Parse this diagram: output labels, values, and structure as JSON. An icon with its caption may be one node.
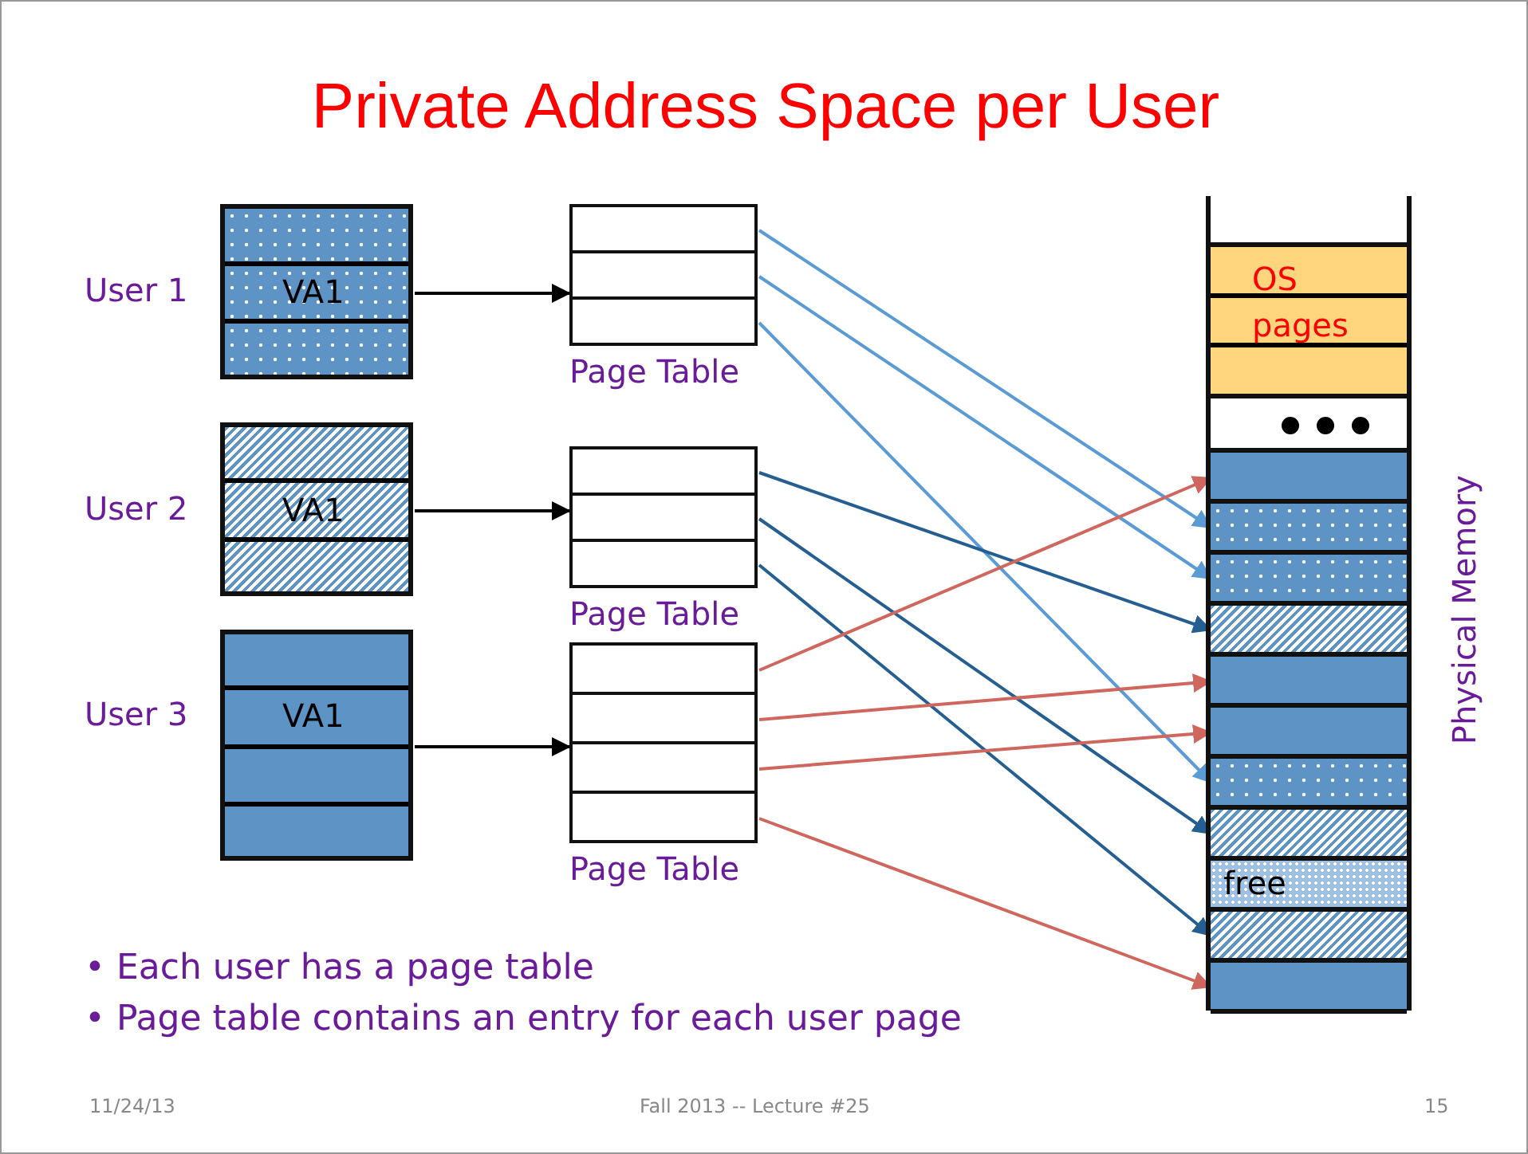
{
  "diagram": {
    "title": "Private Address Space per User",
    "nodes": [
      {
        "text": [
          "VA1"
        ],
        "beside": [
          "User 1"
        ]
      },
      {
        "text": [
          "Page Table"
        ]
      },
      {
        "text": [],
        "shape": "box",
        "in": 1
      },
      {
        "text": [],
        "shape": "box",
        "in": 1
      },
      {
        "text": [],
        "shape": "box",
        "in": 1
      },
      {
        "text": [
          "VA1"
        ],
        "beside": [
          "User 2"
        ]
      },
      {
        "text": [
          "Page Table"
        ]
      },
      {
        "text": [],
        "shape": "box",
        "in": 6
      },
      {
        "text": [],
        "shape": "box",
        "in": 6
      },
      {
        "text": [],
        "shape": "box",
        "in": 6
      },
      {
        "text": [
          "VA1"
        ],
        "beside": [
          "User 3"
        ]
      },
      {
        "text": [
          "Page Table"
        ]
      },
      {
        "text": [],
        "shape": "box",
        "in": 11
      },
      {
        "text": [],
        "shape": "box",
        "in": 11
      },
      {
        "text": [],
        "shape": "box",
        "in": 11
      },
      {
        "text": [],
        "shape": "box",
        "in": 11
      },
      {
        "text": [
          "Physical Memory"
        ]
      },
      {
        "text": [
          "OS pages"
        ],
        "in": 16
      },
      {
        "text": [],
        "shape": "box",
        "in": 16
      },
      {
        "text": [],
        "shape": "box",
        "in": 16
      },
      {
        "text": [],
        "shape": "box",
        "in": 16
      },
      {
        "text": [],
        "shape": "box",
        "in": 16
      },
      {
        "text": [],
        "shape": "box",
        "in": 16
      },
      {
        "text": [],
        "shape": "box",
        "in": 16
      },
      {
        "text": [],
        "shape": "box",
        "in": 16
      },
      {
        "text": [],
        "shape": "box",
        "in": 16
      },
      {
        "text": [],
        "shape": "box",
        "in": 16
      },
      {
        "text": [
          "free"
        ],
        "in": 16
      },
      {
        "text": [],
        "shape": "box",
        "in": 16
      },
      {
        "text": [],
        "shape": "box",
        "in": 16
      }
    ],
    "edges": [
      {
        "from": 0,
        "to": 1,
        "arrow": "to",
        "color": "#000000"
      },
      {
        "from": 5,
        "to": 6,
        "arrow": "to",
        "color": "#000000"
      },
      {
        "from": 10,
        "to": 11,
        "arrow": "to",
        "color": "#000000"
      },
      {
        "from": 2,
        "to": 20,
        "arrow": "to",
        "color": "#5b9bd5"
      },
      {
        "from": 3,
        "to": 21,
        "arrow": "to",
        "color": "#5b9bd5"
      },
      {
        "from": 4,
        "to": 25,
        "arrow": "to",
        "color": "#5b9bd5"
      },
      {
        "from": 7,
        "to": 22,
        "arrow": "to",
        "color": "#255e91"
      },
      {
        "from": 8,
        "to": 26,
        "arrow": "to",
        "color": "#255e91"
      },
      {
        "from": 9,
        "to": 28,
        "arrow": "to",
        "color": "#255e91"
      },
      {
        "from": 12,
        "to": 19,
        "arrow": "to",
        "color": "#d0675e"
      },
      {
        "from": 13,
        "to": 23,
        "arrow": "to",
        "color": "#d0675e"
      },
      {
        "from": 14,
        "to": 24,
        "arrow": "to",
        "color": "#d0675e"
      },
      {
        "from": 15,
        "to": 29,
        "arrow": "to",
        "color": "#d0675e"
      }
    ],
    "labels": [
      "• Each user has a page table",
      "• Page table contains an entry for each user page",
      "11/24/13",
      "Fall 2013 -- Lecture #25",
      "15"
    ]
  }
}
